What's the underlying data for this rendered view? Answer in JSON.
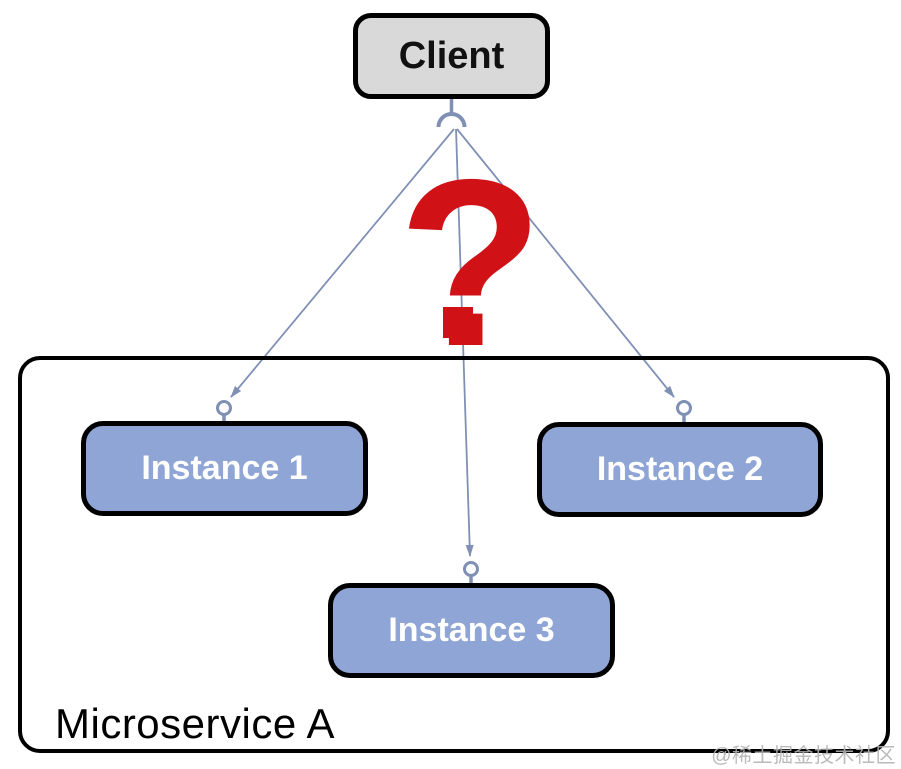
{
  "diagram": {
    "client": {
      "label": "Client"
    },
    "question_mark": "?",
    "container": {
      "label": "Microservice A"
    },
    "instances": [
      {
        "label": "Instance 1"
      },
      {
        "label": "Instance 2"
      },
      {
        "label": "Instance 3"
      }
    ],
    "watermark": "@稀土掘金技术社区"
  },
  "colors": {
    "client_fill": "#d9d9d9",
    "instance_fill": "#8fa5d6",
    "border_color": "#000000",
    "connector": "#8090b4",
    "question_red": "#d01217",
    "watermark_gray": "#b3b3b3"
  }
}
